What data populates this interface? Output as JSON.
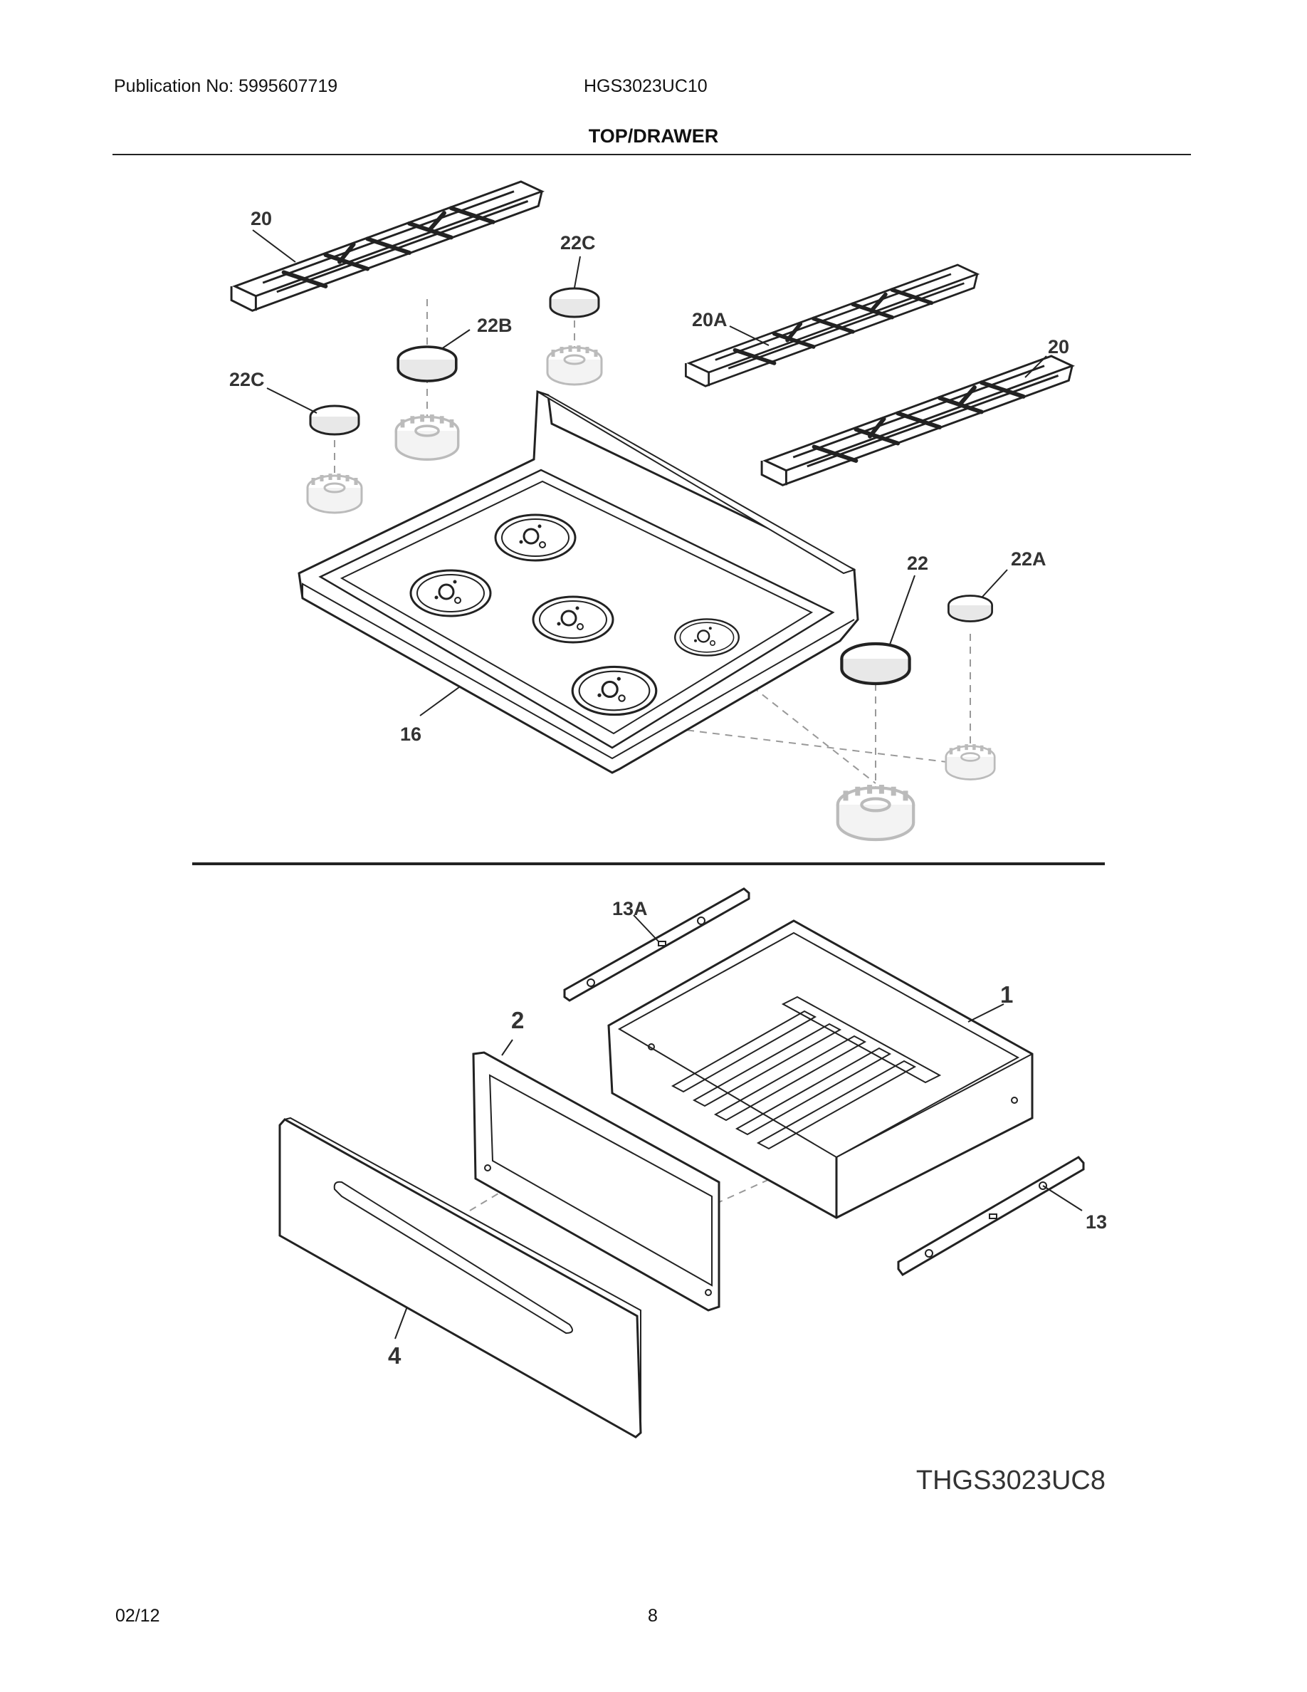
{
  "header": {
    "publication": "Publication No: 5995607719",
    "model": "HGS3023UC10",
    "title": "TOP/DRAWER"
  },
  "callouts": {
    "grate_left": "20",
    "cap_small_top": "22C",
    "cap_medium": "22B",
    "cap_small_left": "22C",
    "grate_center": "20A",
    "grate_right": "20",
    "cap_large": "22",
    "cap_small_right": "22A",
    "cooktop": "16",
    "rail_upper": "13A",
    "drawer_body": "1",
    "drawer_frame": "2",
    "drawer_rail": "13",
    "drawer_front": "4"
  },
  "diagram_ref": "THGS3023UC8",
  "footer": {
    "date": "02/12",
    "page": "8"
  }
}
